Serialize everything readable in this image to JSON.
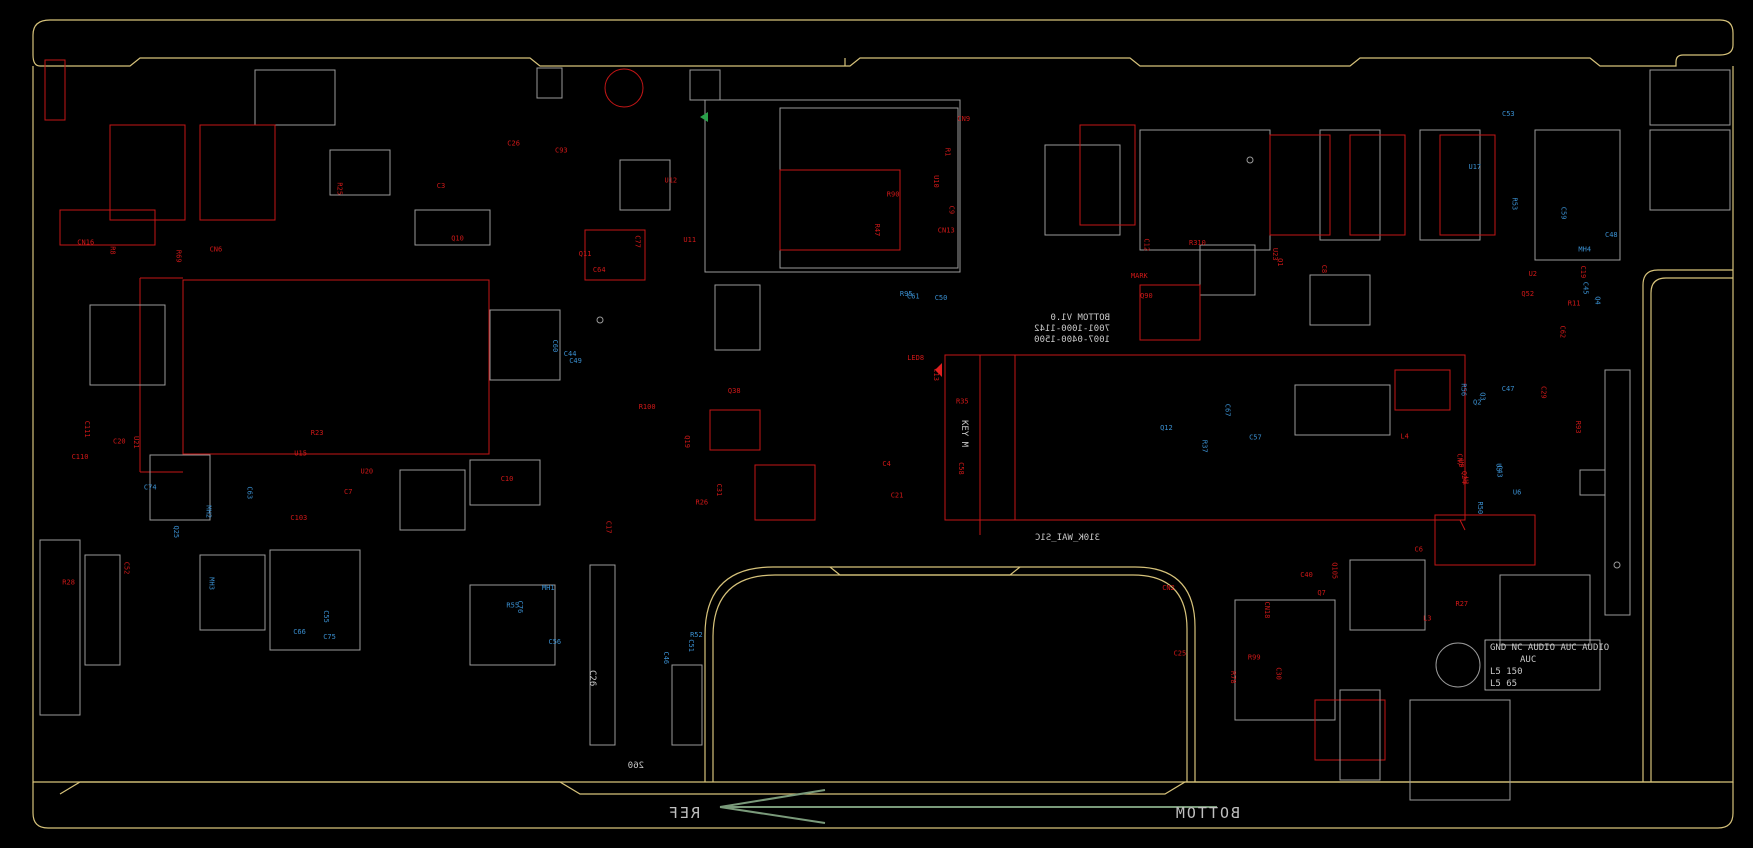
{
  "board": {
    "side_label": "BOTTOM",
    "ref_label": "REF",
    "key_label": "KEY M",
    "version_lines": [
      "BOTTOM V1.0",
      "7001-1000-1142",
      "1007-0400-1500"
    ],
    "bottom_note": "310K_WAI_S1C",
    "center_number": "260",
    "left_number": "C26",
    "audio_block": [
      "GND NC AUDIO AUC AUDIO",
      "AUC",
      "L5 150",
      "L5 65"
    ],
    "tp_label": "BOTTOM V1.0"
  },
  "labels": {
    "red": [
      "Q10",
      "Q11",
      "U10",
      "C12",
      "R100",
      "C111",
      "LED8",
      "CN18",
      "Q105",
      "U1",
      "U2",
      "C103",
      "R25",
      "C93",
      "CN13",
      "R310",
      "Q38",
      "C52",
      "C58",
      "R78",
      "C40",
      "Q24",
      "C29",
      "U20",
      "CN16",
      "U12",
      "R47",
      "Q90",
      "C31",
      "U21",
      "C21",
      "C30",
      "C6",
      "L4",
      "Q52",
      "C7",
      "R8",
      "C26",
      "R1",
      "Q1",
      "C17",
      "C20",
      "C4",
      "CN2",
      "R27",
      "U9",
      "R11",
      "C10",
      "C3",
      "U11",
      "C9",
      "C8",
      "R26",
      "R28",
      "C13",
      "R99",
      "L3",
      "CN7",
      "C19",
      "R23",
      "R69",
      "C64",
      "R90",
      "U23",
      "Q19",
      "C110",
      "R35",
      "C25",
      "Q7",
      "R93",
      "C62",
      "U15",
      "CN6",
      "C77",
      "CN9",
      "MARK"
    ],
    "blue": [
      "MH4",
      "MH2",
      "MH3",
      "MH1",
      "Q12",
      "Q2",
      "C43",
      "C45",
      "C44",
      "R95",
      "C46",
      "U17",
      "C74",
      "C75",
      "C76",
      "R37",
      "C47",
      "U5",
      "C48",
      "C49",
      "C50",
      "C51",
      "C53",
      "Q25",
      "C55",
      "C56",
      "C57",
      "Q3",
      "R50",
      "C59",
      "C60",
      "C61",
      "R52",
      "R53",
      "C63",
      "C66",
      "R55",
      "C67",
      "R56",
      "U6",
      "Q4"
    ]
  },
  "colors": {
    "outline": "#d6c27a",
    "silk_gray": "#9a9a9a",
    "silk_red": "#c41616",
    "silk_blue": "#3a8fd0",
    "background": "#000000"
  }
}
